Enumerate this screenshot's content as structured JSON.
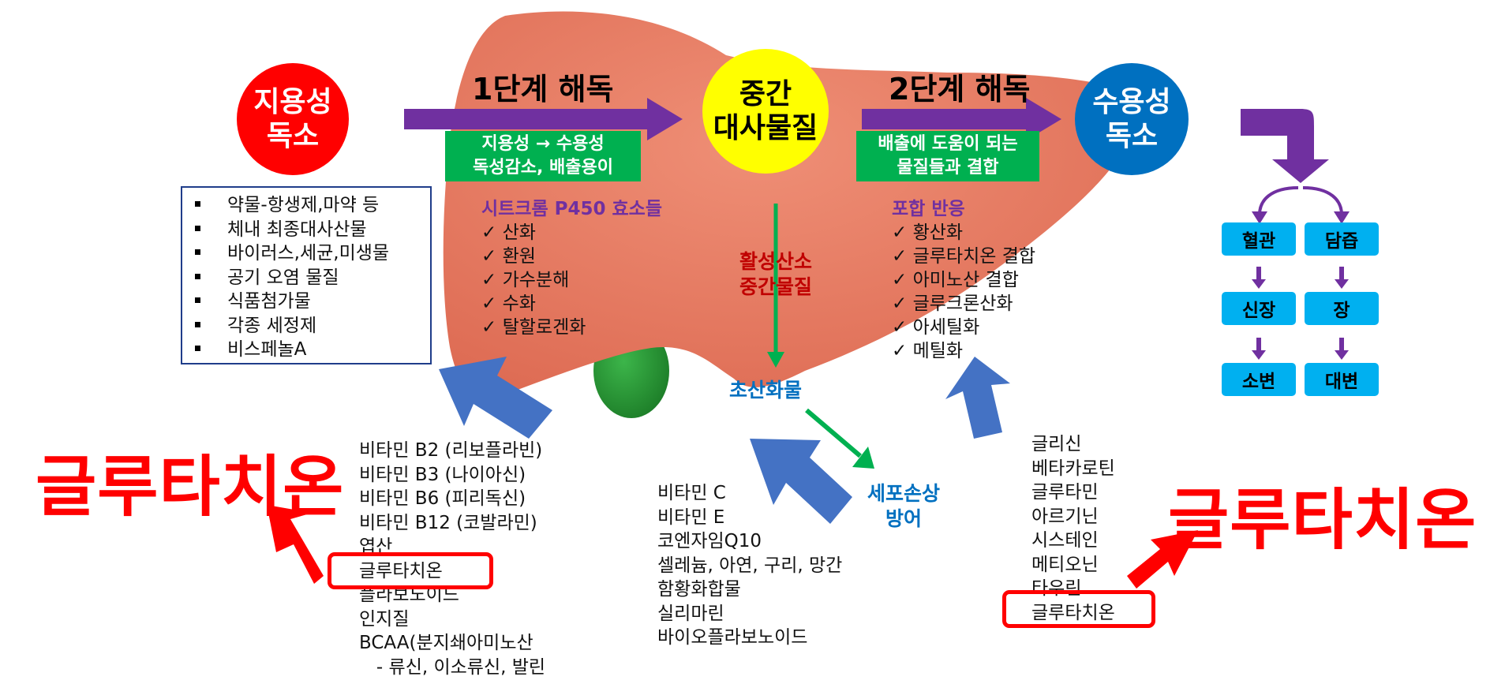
{
  "colors": {
    "liver": "#e8806a",
    "liver_dark": "#d9614a",
    "red_circle": "#ff0000",
    "yellow_circle": "#ffff00",
    "blue_circle": "#0070c0",
    "purple": "#7030a0",
    "green": "#00b050",
    "blue_arrow": "#4472c4",
    "organ_box": "#00b0f0",
    "highlight_red": "#ff0000"
  },
  "nodes": {
    "lipid_toxin": [
      "지용성",
      "독소"
    ],
    "intermediate": [
      "중간",
      "대사물질"
    ],
    "water_toxin": [
      "수용성",
      "독소"
    ]
  },
  "phase1": {
    "title": "1단계 해독",
    "box": [
      "지용성 → 수용성",
      "독성감소, 배출용이"
    ],
    "enzyme_heading": "시트크롬 P450 효소들",
    "reactions": [
      "✓ 산화",
      "✓ 환원",
      "✓ 가수분해",
      "✓ 수화",
      "✓ 탈할로겐화"
    ]
  },
  "phase2": {
    "title": "2단계 해독",
    "box": [
      "배출에 도움이 되는",
      "물질들과 결합"
    ],
    "heading": "포합 반응",
    "reactions": [
      "✓ 황산화",
      "✓ 글루타치온 결합",
      "✓ 아미노산 결합",
      "✓ 글루크론산화",
      "✓ 아세틸화",
      "✓ 메틸화"
    ]
  },
  "toxin_sources": [
    "약물-항생제,마약 등",
    "체내 최종대사산물",
    "바이러스,세균,미생물",
    "공기 오염 물질",
    "식품첨가물",
    "각종 세정제",
    "비스페놀A"
  ],
  "radicals": {
    "label": [
      "활성산소",
      "중간물질"
    ],
    "peroxide": "초산화물",
    "defense": [
      "세포손상",
      "방어"
    ]
  },
  "excretion": {
    "left": [
      "혈관",
      "신장",
      "소변"
    ],
    "right": [
      "담즙",
      "장",
      "대변"
    ]
  },
  "nutrients_phase1": [
    "비타민 B2 (리보플라빈)",
    "비타민 B3 (나이아신)",
    "비타민 B6 (피리독신)",
    "비타민 B12 (코발라민)",
    "엽산",
    "글루타치온",
    "플라보노이드",
    "인지질",
    "BCAA(분지쇄아미노산",
    "   - 류신, 이소류신, 발린"
  ],
  "nutrients_antioxidant": [
    "비타민 C",
    "비타민 E",
    "코엔자임Q10",
    "셀레늄, 아연, 구리, 망간",
    "함황화합물",
    "실리마린",
    "바이오플라보노이드"
  ],
  "nutrients_phase2": [
    "글리신",
    "베타카로틴",
    "글루타민",
    "아르기닌",
    "시스테인",
    "메티오닌",
    "타우린",
    "글루타치온"
  ],
  "highlight": {
    "left_big": "글루타치온",
    "right_big": "글루타치온"
  }
}
